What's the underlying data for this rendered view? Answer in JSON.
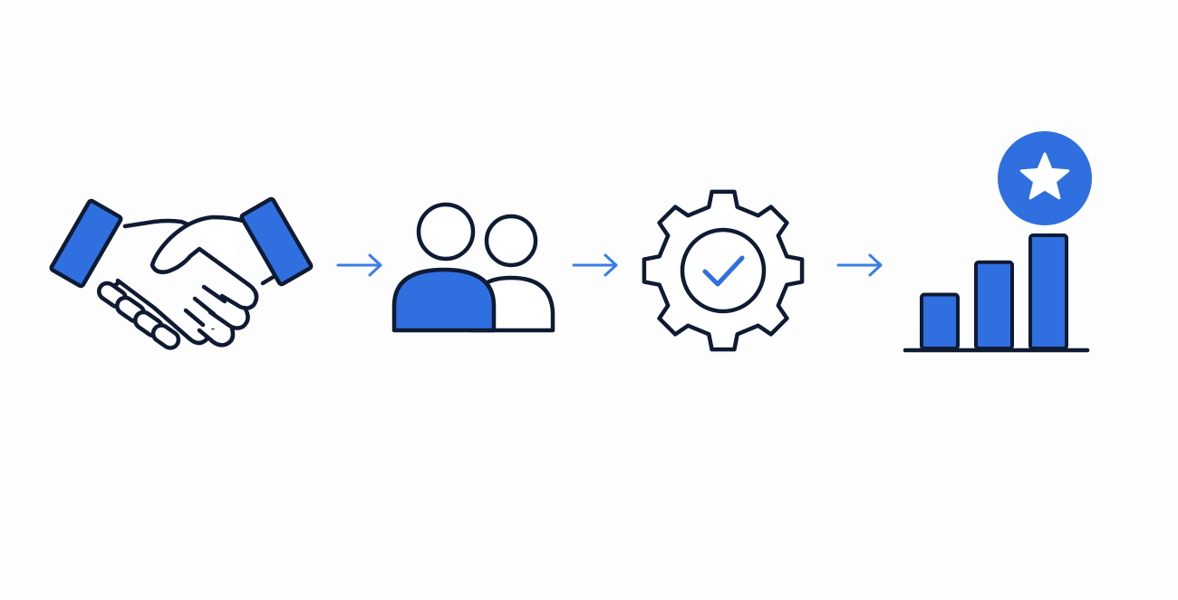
{
  "colors": {
    "accent": "#2f6fe0",
    "outline": "#0f1a33",
    "background": "#fdfdfd",
    "arrow": "#3a7de8"
  },
  "steps": [
    {
      "icon": "handshake-icon"
    },
    {
      "icon": "team-users-icon"
    },
    {
      "icon": "gear-checkmark-icon"
    },
    {
      "icon": "bar-chart-star-icon"
    }
  ],
  "connectors": [
    {
      "icon": "arrow-right-icon"
    },
    {
      "icon": "arrow-right-icon"
    },
    {
      "icon": "arrow-right-icon"
    }
  ],
  "chart_data": {
    "type": "bar",
    "categories": [
      "",
      "",
      ""
    ],
    "values": [
      1,
      1.6,
      2.1
    ],
    "title": "",
    "xlabel": "",
    "ylabel": ""
  }
}
